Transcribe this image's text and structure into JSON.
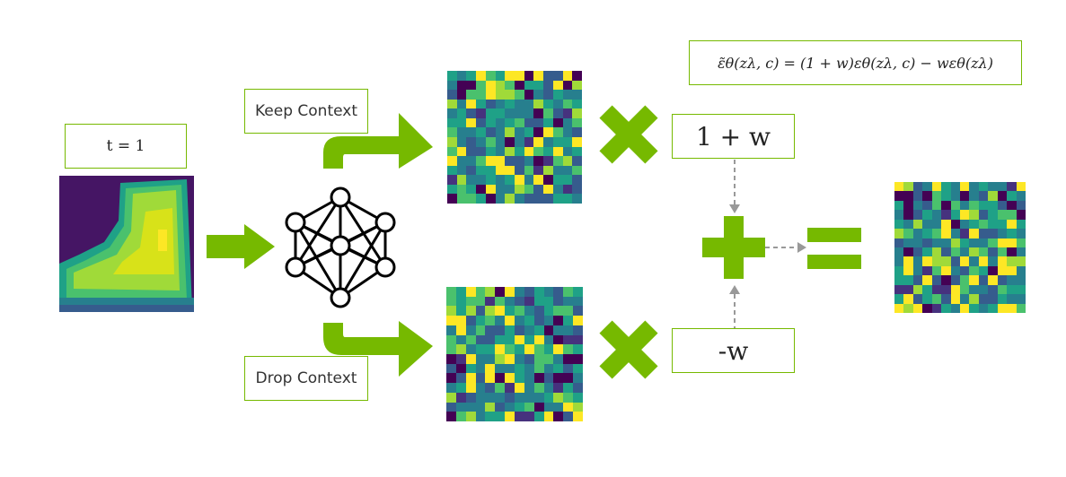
{
  "diagram": {
    "time_label": "t = 1",
    "keep_context_label": "Keep Context",
    "drop_context_label": "Drop Context",
    "weight_plus_label": "1 + w",
    "weight_minus_label": "-w",
    "formula": "ε̃θ(zλ, c) = (1 + w)εθ(zλ, c) − wεθ(zλ)",
    "colors": {
      "accent": "#76b900",
      "dashed_arrow": "#999999",
      "viridis": [
        "#440154",
        "#46327e",
        "#365c8d",
        "#277f8e",
        "#1fa187",
        "#4ac16d",
        "#a0da39",
        "#fde725"
      ]
    }
  }
}
